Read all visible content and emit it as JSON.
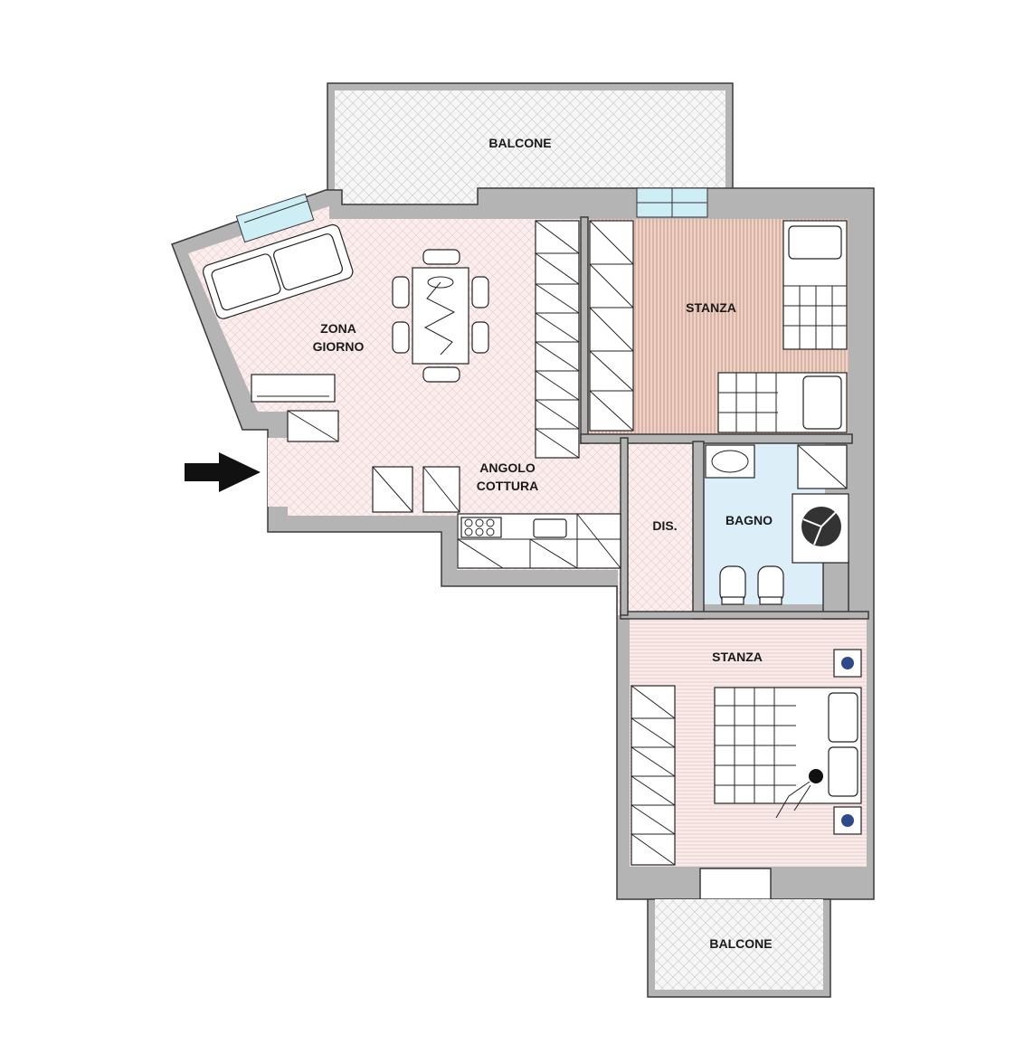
{
  "rooms": {
    "balcone_top": "BALCONE",
    "zona_giorno_line1": "ZONA",
    "zona_giorno_line2": "GIORNO",
    "angolo_cottura_line1": "ANGOLO",
    "angolo_cottura_line2": "COTTURA",
    "stanza_top": "STANZA",
    "dis": "DIS.",
    "bagno": "BAGNO",
    "stanza_bottom": "STANZA",
    "balcone_bottom": "BALCONE"
  },
  "icons": {
    "entrance": "entrance-arrow-icon",
    "windows": "window-icon",
    "furniture": [
      "sofa-icon",
      "dining-table-icon",
      "tv-unit-icon",
      "wardrobe-icon",
      "bed-icon",
      "double-bed-icon",
      "kitchen-counter-icon",
      "stove-icon",
      "sink-icon",
      "toilet-icon",
      "bidet-icon",
      "shower-icon",
      "washbasin-icon"
    ]
  },
  "colors": {
    "wall": "#b4b4b4",
    "living_floor": "#fbeeee",
    "bedroom_floor_top": "#e7c4b6",
    "bedroom_floor_bottom": "#f7e6e4",
    "bathroom_floor": "#dceef8",
    "balcony_floor": "#f4f4f4",
    "window_glass": "#cdeef4"
  }
}
